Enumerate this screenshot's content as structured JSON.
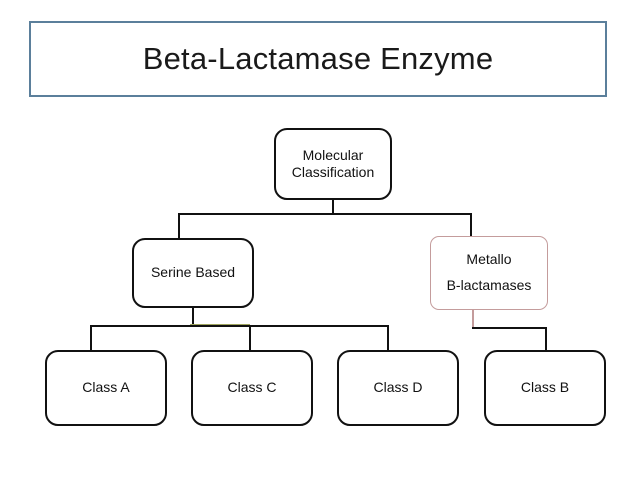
{
  "title": {
    "text": "Beta-Lactamase Enzyme",
    "border_color": "#5B7F9B"
  },
  "diagram": {
    "type": "hierarchy-tree",
    "root": {
      "name": "root-node",
      "line1": "Molecular",
      "line2": "Classification",
      "border_color": "#111111"
    },
    "level2": [
      {
        "name": "serine-based-node",
        "label": "Serine Based",
        "border_color": "#111111"
      },
      {
        "name": "metallo-node",
        "line1": "Metallo",
        "line2": "B-lactamases",
        "border_color": "#C49C9C"
      }
    ],
    "leaves": [
      {
        "name": "class-a-node",
        "label": "Class A",
        "parent": "Serine Based",
        "border_color": "#111111"
      },
      {
        "name": "class-c-node",
        "label": "Class C",
        "parent": "Serine Based",
        "border_color": "#111111"
      },
      {
        "name": "class-d-node",
        "label": "Class D",
        "parent": "Serine Based",
        "border_color": "#111111"
      },
      {
        "name": "class-b-node",
        "label": "Class B",
        "parent": "Metallo B-lactamases",
        "border_color": "#111111"
      }
    ],
    "connector_colors": {
      "default": "#111111",
      "metallo": "#C49C9C",
      "highlight": "#9FA45E"
    }
  }
}
